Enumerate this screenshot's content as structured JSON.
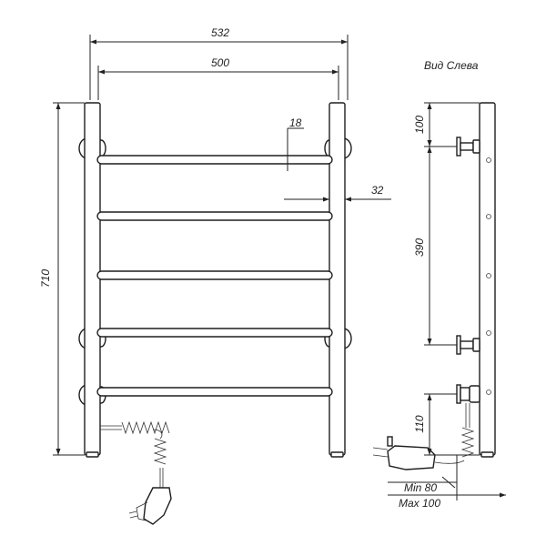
{
  "front_view": {
    "dimensions": {
      "overall_width": "532",
      "rail_spacing": "500",
      "total_height": "710",
      "bar_diameter": "18",
      "post_diameter": "32"
    }
  },
  "side_view": {
    "title": "Вид Слева",
    "dimensions": {
      "top_offset": "100",
      "mount_spacing": "390",
      "bottom_offset": "110",
      "min_wall_distance": "Min 80",
      "max_wall_distance": "Max 100"
    }
  }
}
